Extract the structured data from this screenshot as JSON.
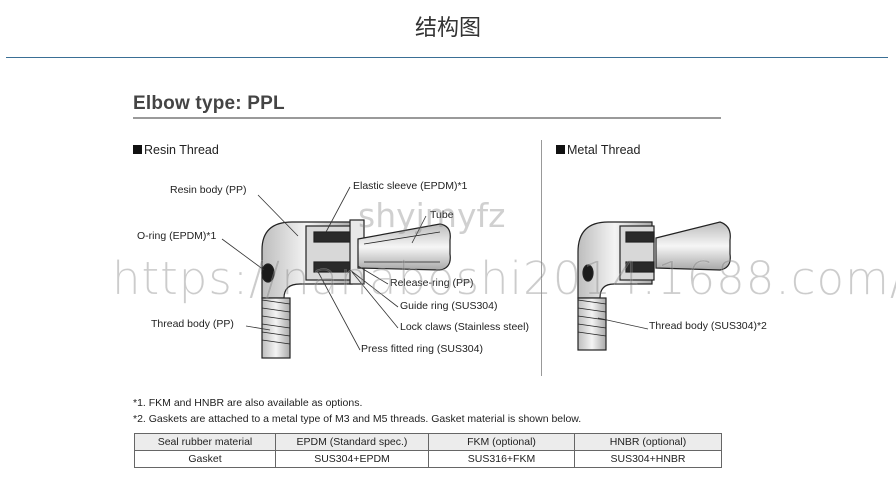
{
  "header": {
    "title": "结构图"
  },
  "section": {
    "title": "Elbow type: PPL"
  },
  "resin": {
    "heading": "Resin Thread",
    "labels": {
      "resin_body": "Resin body (PP)",
      "oring": "O-ring (EPDM)*1",
      "thread_body": "Thread body (PP)",
      "elastic_sleeve": "Elastic sleeve (EPDM)*1",
      "tube": "Tube",
      "release_ring": "Release-ring (PP)",
      "guide_ring": "Guide ring (SUS304)",
      "lock_claws": "Lock claws (Stainless steel)",
      "press_ring": "Press fitted ring (SUS304)"
    }
  },
  "metal": {
    "heading": "Metal Thread",
    "labels": {
      "thread_body": "Thread body (SUS304)*2"
    }
  },
  "notes": [
    "*1. FKM and HNBR are also available as options.",
    "*2. Gaskets are attached to a metal type of M3 and M5 threads. Gasket material is shown below."
  ],
  "table": {
    "headers": [
      "Seal rubber material",
      "EPDM (Standard spec.)",
      "FKM (optional)",
      "HNBR (optional)"
    ],
    "rows": [
      [
        "Gasket",
        "SUS304+EPDM",
        "SUS316+FKM",
        "SUS304+HNBR"
      ]
    ]
  },
  "watermark": {
    "url": "https://nanaboshi2014.1688.com/",
    "id": "shyjmyfz"
  }
}
